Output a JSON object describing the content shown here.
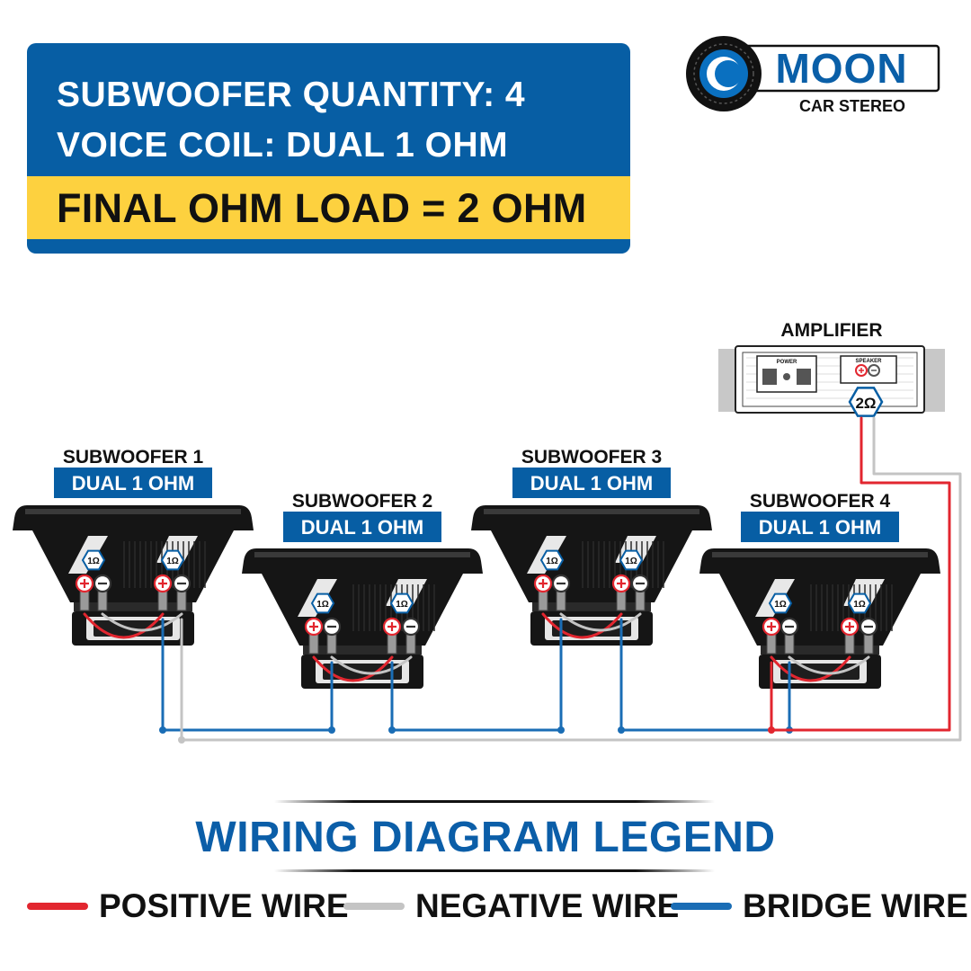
{
  "info": {
    "quantity_line": "SUBWOOFER QUANTITY: 4",
    "coil_line": "VOICE COIL: DUAL 1 OHM",
    "load_line": "FINAL OHM LOAD = 2 OHM"
  },
  "logo": {
    "brand": "MOON",
    "tagline": "CAR STEREO"
  },
  "amplifier": {
    "label": "AMPLIFIER",
    "load_badge": "2Ω",
    "power_label": "POWER",
    "speaker_label": "SPEAKER"
  },
  "subwoofers": [
    {
      "title": "SUBWOOFER 1",
      "spec": "DUAL 1 OHM",
      "coil_badge": "1Ω"
    },
    {
      "title": "SUBWOOFER 2",
      "spec": "DUAL 1 OHM",
      "coil_badge": "1Ω"
    },
    {
      "title": "SUBWOOFER 3",
      "spec": "DUAL 1 OHM",
      "coil_badge": "1Ω"
    },
    {
      "title": "SUBWOOFER 4",
      "spec": "DUAL 1 OHM",
      "coil_badge": "1Ω"
    }
  ],
  "legend": {
    "title": "WIRING DIAGRAM LEGEND",
    "items": [
      {
        "label": "POSITIVE WIRE",
        "color": "#e2262f"
      },
      {
        "label": "NEGATIVE WIRE",
        "color": "#c4c4c4"
      },
      {
        "label": "BRIDGE WIRE",
        "color": "#1a6db5"
      }
    ]
  },
  "colors": {
    "brand_blue": "#075ea4",
    "highlight_yellow": "#fdd13f",
    "positive": "#e2262f",
    "negative": "#c4c4c4",
    "bridge": "#1a6db5",
    "speaker_body": "#151515"
  }
}
